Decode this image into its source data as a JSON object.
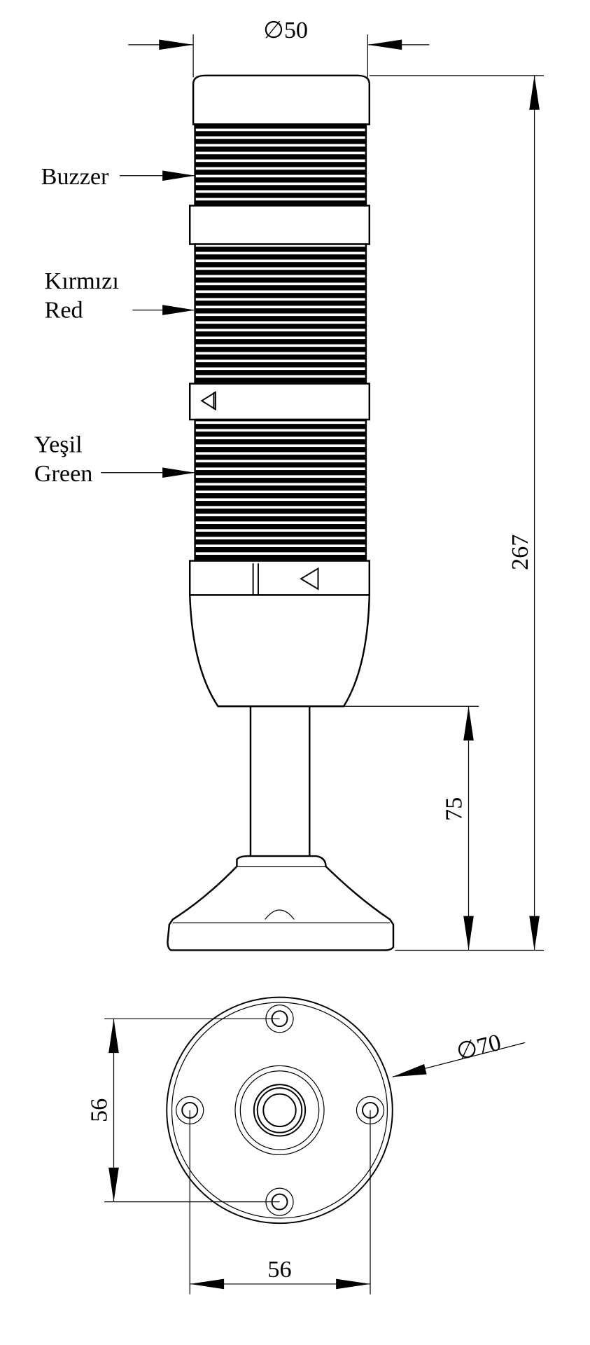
{
  "labels": {
    "buzzer": "Buzzer",
    "red_tr": "Kırmızı",
    "red_en": "Red",
    "green_tr": "Yeşil",
    "green_en": "Green"
  },
  "dimensions": {
    "top_diameter": "∅50",
    "total_height": "267",
    "pole_height": "75",
    "base_diameter": "∅70",
    "hole_spacing_vertical": "56",
    "hole_spacing_horizontal": "56"
  }
}
